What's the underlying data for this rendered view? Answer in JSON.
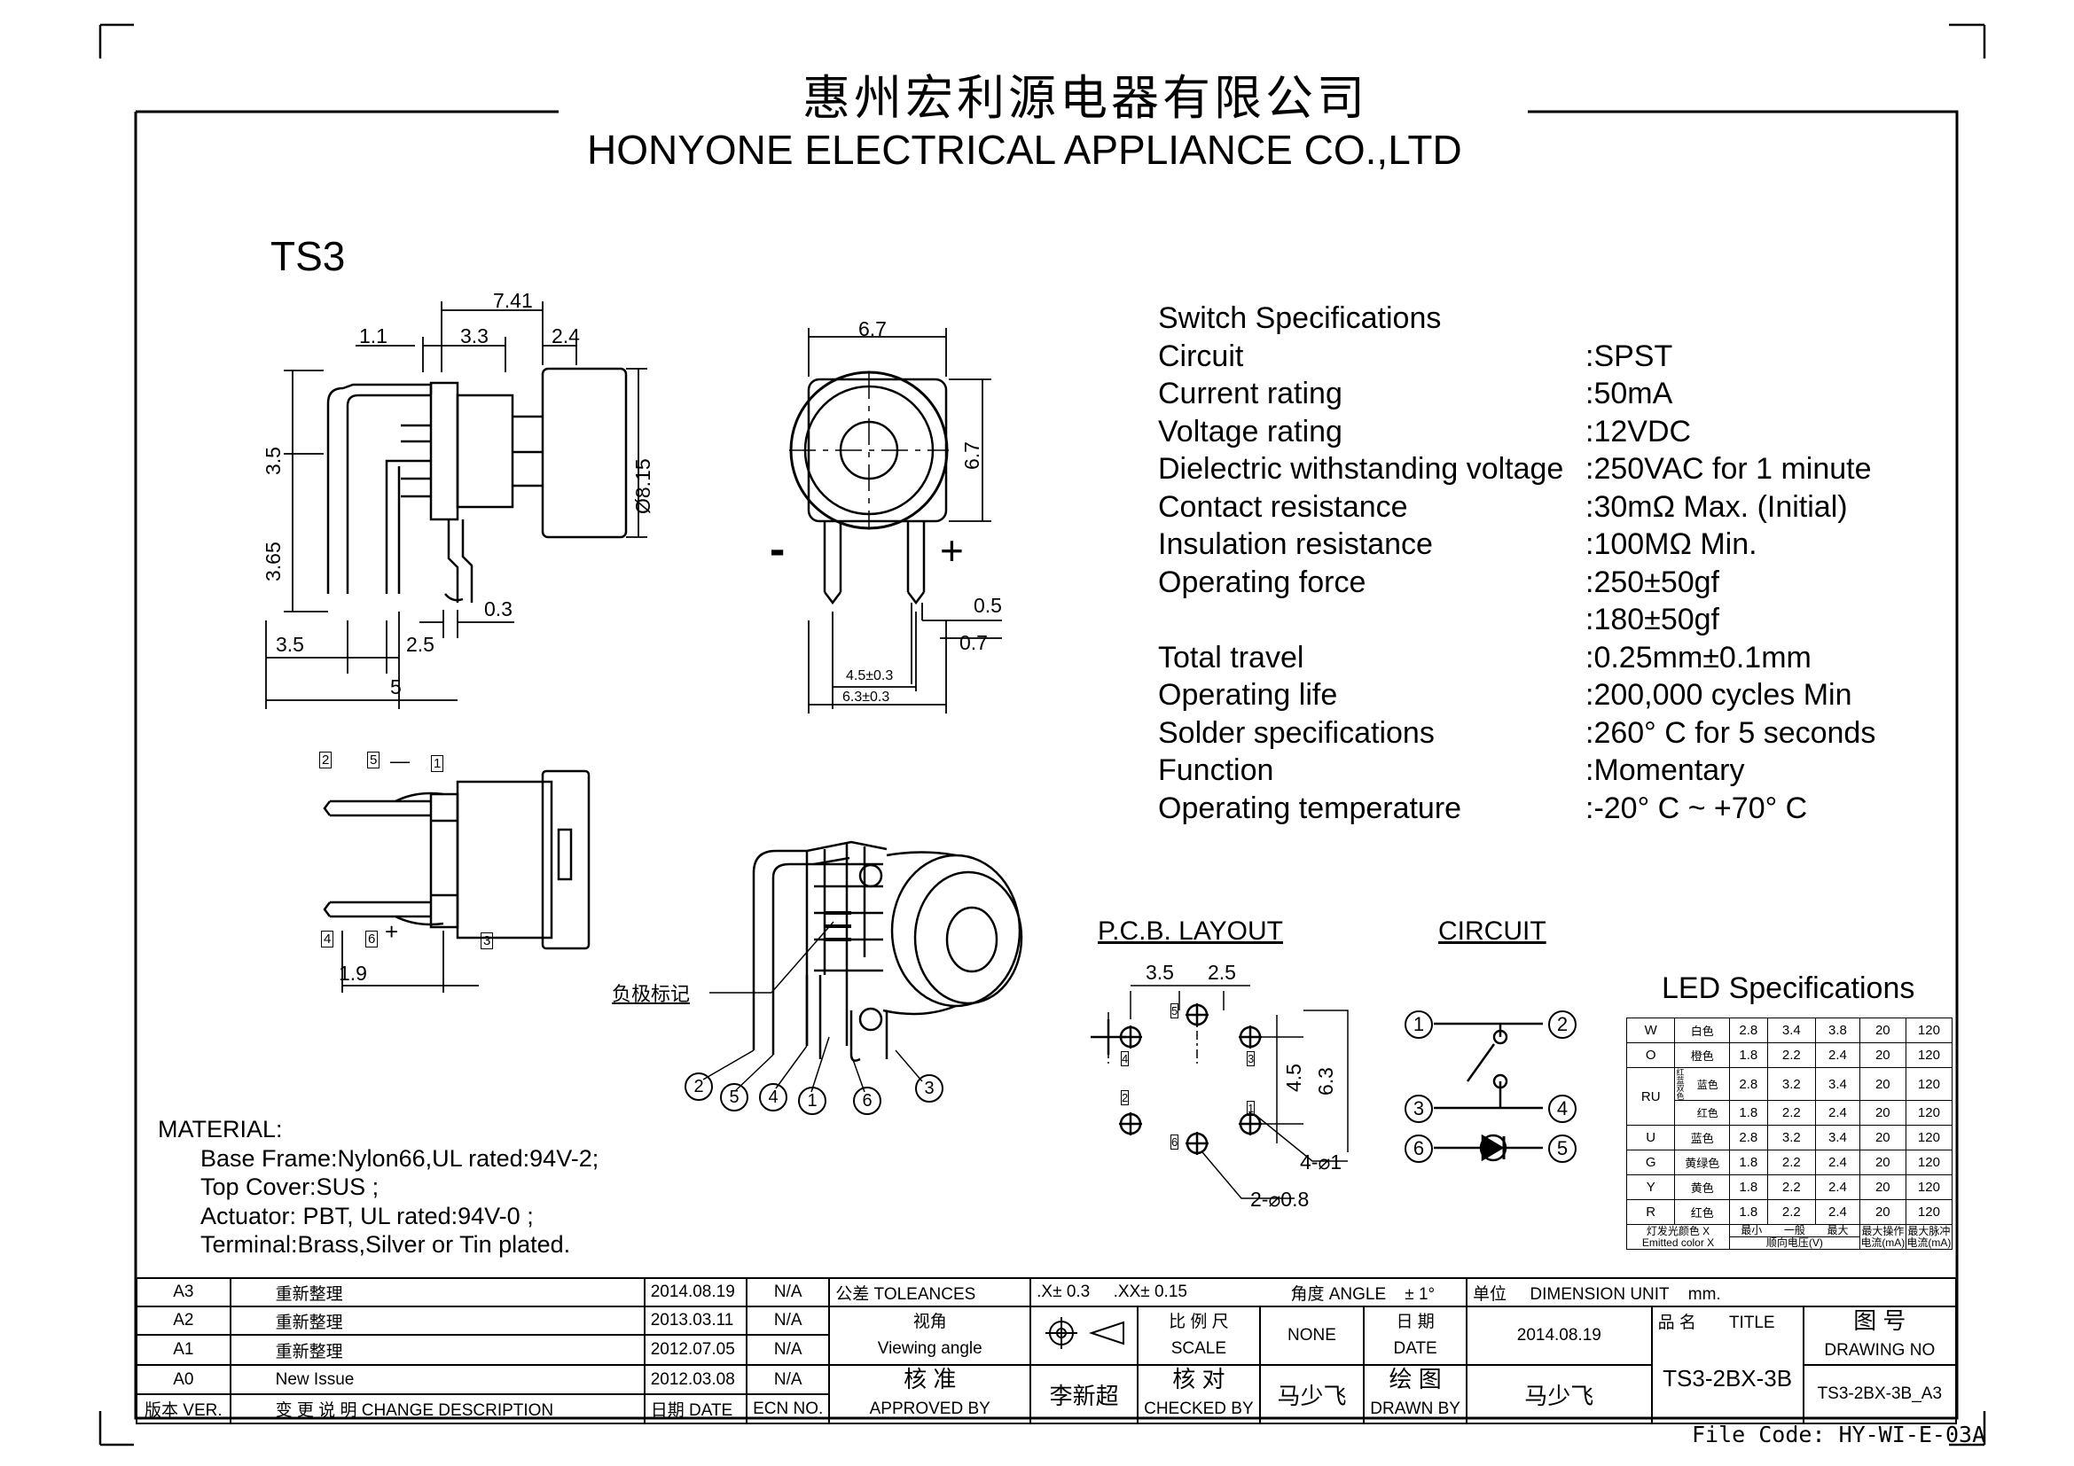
{
  "header": {
    "company_cn": "惠州宏利源电器有限公司",
    "company_en": "HONYONE ELECTRICAL APPLIANCE  CO.,LTD"
  },
  "model": "TS3",
  "specs": {
    "title": "Switch Specifications",
    "rows": [
      {
        "label": "Circuit",
        "value": ":SPST"
      },
      {
        "label": "Current rating",
        "value": ":50mA"
      },
      {
        "label": "Voltage rating",
        "value": ":12VDC"
      },
      {
        "label": "Dielectric withstanding voltage",
        "value": ":250VAC for 1 minute"
      },
      {
        "label": "Contact resistance",
        "value": ":30mΩ   Max. (Initial)"
      },
      {
        "label": "Insulation resistance",
        "value": ":100MΩ   Min."
      },
      {
        "label": "Operating force",
        "value": ":250±50gf"
      },
      {
        "label": "",
        "value": ":180±50gf"
      },
      {
        "label": "Total travel",
        "value": ":0.25mm±0.1mm"
      },
      {
        "label": "Operating life",
        "value": ":200,000 cycles Min"
      },
      {
        "label": "Solder specifications",
        "value": ":260° C for 5 seconds"
      },
      {
        "label": "Function",
        "value": ":Momentary"
      },
      {
        "label": "Operating temperature",
        "value": ":-20° C ~ +70° C"
      }
    ]
  },
  "material": {
    "title": "MATERIAL:",
    "lines": [
      "Base Frame:Nylon66,UL rated:94V-2;",
      "Top Cover:SUS ;",
      "Actuator: PBT, UL rated:94V-0 ;",
      "Terminal:Brass,Silver or Tin plated."
    ]
  },
  "dims": {
    "d741": "7.41",
    "d11": "1.1",
    "d33": "3.3",
    "d24": "2.4",
    "d35v": "3.5",
    "d365": "3.65",
    "d815": "Ø8.15",
    "d03": "0.3",
    "d35h": "3.5",
    "d25": "2.5",
    "d5": "5",
    "d67h": "6.7",
    "d67v": "6.7",
    "d05": "0.5",
    "d07": "0.7",
    "d45": "4.5±0.3",
    "d63": "6.3±0.3",
    "d19": "1.9",
    "minus": "-",
    "plus": "+",
    "neg_mark": "负极标记",
    "pin_small_minus": "—",
    "pin_small_plus": "+"
  },
  "pins": [
    "1",
    "2",
    "3",
    "4",
    "5",
    "6"
  ],
  "pcb": {
    "title": "P.C.B. LAYOUT",
    "d35": "3.5",
    "d25": "2.5",
    "d45": "4.5",
    "d63": "6.3",
    "holes4": "4-⌀1",
    "holes2": "2-⌀0.8"
  },
  "circuit": {
    "title": "CIRCUIT"
  },
  "led": {
    "title": "LED Specifications",
    "rows": [
      {
        "code": "W",
        "color": "白色",
        "min": "2.8",
        "typ": "3.4",
        "max": "3.8",
        "if": "20",
        "ifp": "120"
      },
      {
        "code": "O",
        "color": "橙色",
        "min": "1.8",
        "typ": "2.2",
        "max": "2.4",
        "if": "20",
        "ifp": "120"
      },
      {
        "code": "RU",
        "group": "红蓝双色",
        "color": "蓝色",
        "min": "2.8",
        "typ": "3.2",
        "max": "3.4",
        "if": "20",
        "ifp": "120"
      },
      {
        "code": "",
        "group": "",
        "color": "红色",
        "min": "1.8",
        "typ": "2.2",
        "max": "2.4",
        "if": "20",
        "ifp": "120"
      },
      {
        "code": "U",
        "color": "蓝色",
        "min": "2.8",
        "typ": "3.2",
        "max": "3.4",
        "if": "20",
        "ifp": "120"
      },
      {
        "code": "G",
        "color": "黄绿色",
        "min": "1.8",
        "typ": "2.2",
        "max": "2.4",
        "if": "20",
        "ifp": "120"
      },
      {
        "code": "Y",
        "color": "黄色",
        "min": "1.8",
        "typ": "2.2",
        "max": "2.4",
        "if": "20",
        "ifp": "120"
      },
      {
        "code": "R",
        "color": "红色",
        "min": "1.8",
        "typ": "2.2",
        "max": "2.4",
        "if": "20",
        "ifp": "120"
      }
    ],
    "foot": {
      "emit_cn": "灯发光颜色 X",
      "emit_en": "Emitted color X",
      "min": "最小",
      "typ": "一般",
      "max": "最大",
      "vf": "顺向电压(V)",
      "if": "最大操作电流(mA)",
      "ifp": "最大脉冲电流(mA)"
    }
  },
  "titleblock": {
    "rev": [
      {
        "ver": "A3",
        "desc": "重新整理",
        "date": "2014.08.19",
        "ecn": "N/A"
      },
      {
        "ver": "A2",
        "desc": "重新整理",
        "date": "2013.03.11",
        "ecn": "N/A"
      },
      {
        "ver": "A1",
        "desc": "重新整理",
        "date": "2012.07.05",
        "ecn": "N/A"
      },
      {
        "ver": "A0",
        "desc": "New Issue",
        "date": "2012.03.08",
        "ecn": "N/A"
      }
    ],
    "hdr_ver": "版本 VER.",
    "hdr_desc": "变 更 说 明  CHANGE DESCRIPTION",
    "hdr_date": "日期 DATE",
    "hdr_ecn": "ECN NO.",
    "tol": "公差 TOLEANCES",
    "tol_x": ".X± 0.3",
    "tol_xx": ".XX± 0.15",
    "angle": "角度 ANGLE",
    "angle_v": "± 1°",
    "unit": "单位",
    "unit_en": "DIMENSION UNIT",
    "unit_v": "mm.",
    "view_cn": "视角",
    "view_en": "Viewing angle",
    "scale_cn": "比 例 尺",
    "scale_en": "SCALE",
    "scale_v": "NONE",
    "date_cn": "日 期",
    "date_en": "DATE",
    "date_v": "2014.08.19",
    "name_cn": "品 名",
    "name_en": "TITLE",
    "name_v": "TS3-2BX-3B",
    "dwg_cn": "图 号",
    "dwg_en": "DRAWING NO",
    "dwg_v": "TS3-2BX-3B_A3",
    "appr_cn": "核 准",
    "appr_en": "APPROVED BY",
    "appr_v": "李新超",
    "chk_cn": "核 对",
    "chk_en": "CHECKED BY",
    "chk_v": "马少飞",
    "draw_cn": "绘 图",
    "draw_en": "DRAWN BY",
    "draw_v": "马少飞"
  },
  "file_code": "File Code: HY-WI-E-03A"
}
